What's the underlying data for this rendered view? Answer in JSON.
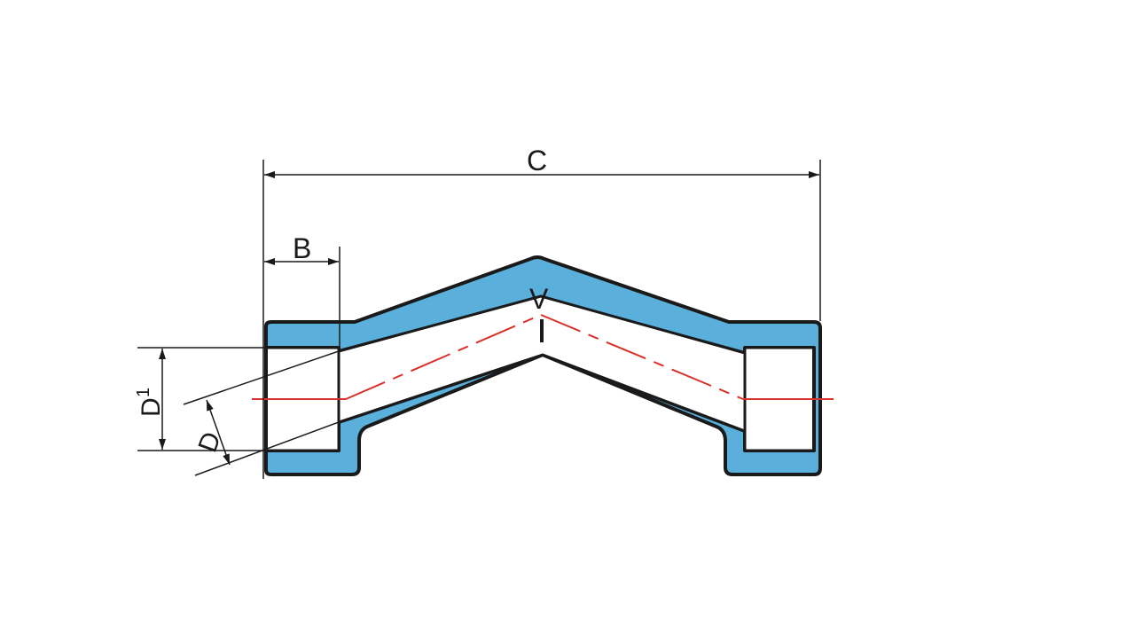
{
  "diagram": {
    "type": "pipe-fitting-cross-section",
    "colors": {
      "wall_fill": "#5aafdb",
      "outline": "#1a1a1a",
      "centerline": "#d9302a",
      "bore": "#ffffff"
    },
    "labels": {
      "overall_length": "C",
      "socket_depth": "B",
      "angle_mark": "V",
      "outer_diameter": "D",
      "outer_diameter_sup": "1",
      "inner_diameter": "D"
    }
  }
}
